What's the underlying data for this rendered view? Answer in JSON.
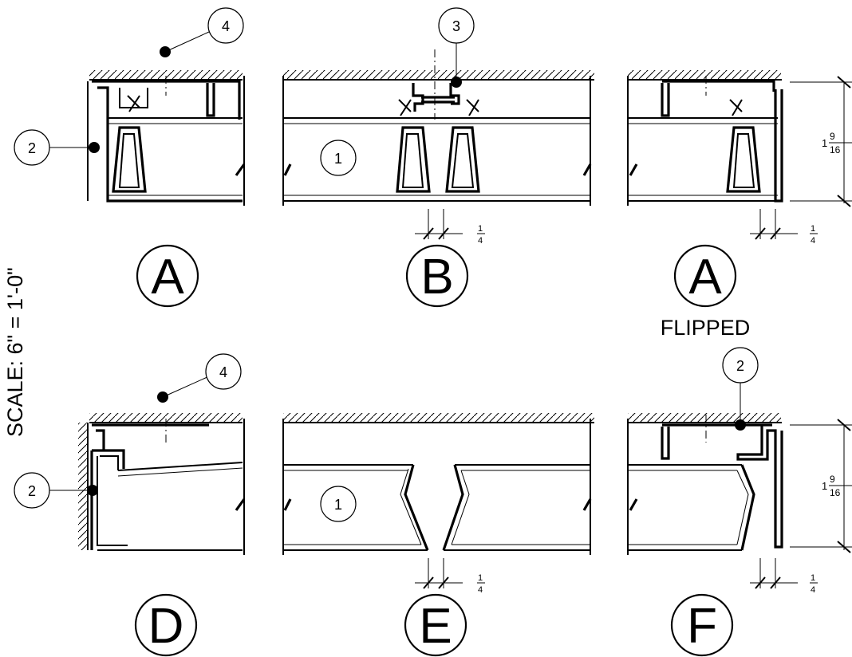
{
  "scale_note": "SCALE: 6\" = 1'-0\"",
  "details": [
    {
      "id": "A",
      "note": ""
    },
    {
      "id": "B",
      "note": ""
    },
    {
      "id": "A",
      "note": "FLIPPED"
    },
    {
      "id": "D",
      "note": ""
    },
    {
      "id": "E",
      "note": ""
    },
    {
      "id": "F",
      "note": ""
    }
  ],
  "callouts": {
    "top_left_4": "4",
    "top_left_2": "2",
    "top_mid_3": "3",
    "top_mid_1": "1",
    "bot_left_4": "4",
    "bot_left_2": "2",
    "bot_mid_1": "1",
    "bot_right_2": "2"
  },
  "dimensions": {
    "gap_b": {
      "num": "1",
      "den": "4"
    },
    "gap_a_flipped": {
      "num": "1",
      "den": "4"
    },
    "gap_e": {
      "num": "1",
      "den": "4"
    },
    "gap_f": {
      "num": "1",
      "den": "4"
    },
    "height_top": {
      "whole": "1",
      "num": "9",
      "den": "16"
    },
    "height_bottom": {
      "whole": "1",
      "num": "9",
      "den": "16"
    }
  }
}
